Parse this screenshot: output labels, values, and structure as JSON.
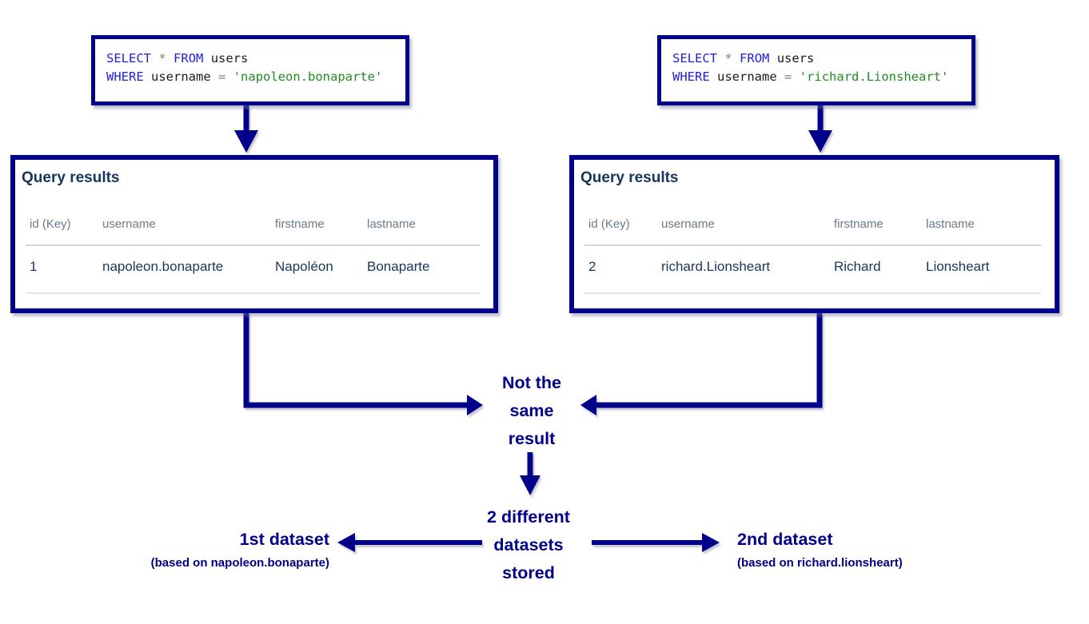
{
  "diagram": {
    "sql_left": {
      "kw_select": "SELECT",
      "op_star": "*",
      "kw_from": "FROM",
      "table": "users",
      "kw_where": "WHERE",
      "column": "username",
      "op_eq": "=",
      "value": "'napoleon.bonaparte'"
    },
    "sql_right": {
      "kw_select": "SELECT",
      "op_star": "*",
      "kw_from": "FROM",
      "table": "users",
      "kw_where": "WHERE",
      "column": "username",
      "op_eq": "=",
      "value": "'richard.Lionsheart'"
    },
    "tables": [
      {
        "title": "Query results",
        "columns": [
          "id (Key)",
          "username",
          "firstname",
          "lastname"
        ],
        "rows": [
          [
            "1",
            "napoleon.bonaparte",
            "Napoléon",
            "Bonaparte"
          ]
        ]
      },
      {
        "title": "Query results",
        "columns": [
          "id (Key)",
          "username",
          "firstname",
          "lastname"
        ],
        "rows": [
          [
            "2",
            "richard.Lionsheart",
            "Richard",
            "Lionsheart"
          ]
        ]
      }
    ],
    "center_note": {
      "lines": [
        "Not the",
        "same",
        "result"
      ]
    },
    "bottom_note": {
      "lines": [
        "2 different",
        "datasets",
        "stored"
      ]
    },
    "dataset_left": {
      "title": "1st dataset",
      "subtitle": "(based on napoleon.bonaparte)"
    },
    "dataset_right": {
      "title": "2nd dataset",
      "subtitle": "(based on richard.lionsheart)"
    },
    "colors": {
      "navy": "#00008B",
      "keyword_blue": "#1F1FE0",
      "string_green": "#228B22",
      "operator_gray": "#808080",
      "table_text_navy": "#17365D",
      "header_gray": "#6B7A89"
    }
  }
}
